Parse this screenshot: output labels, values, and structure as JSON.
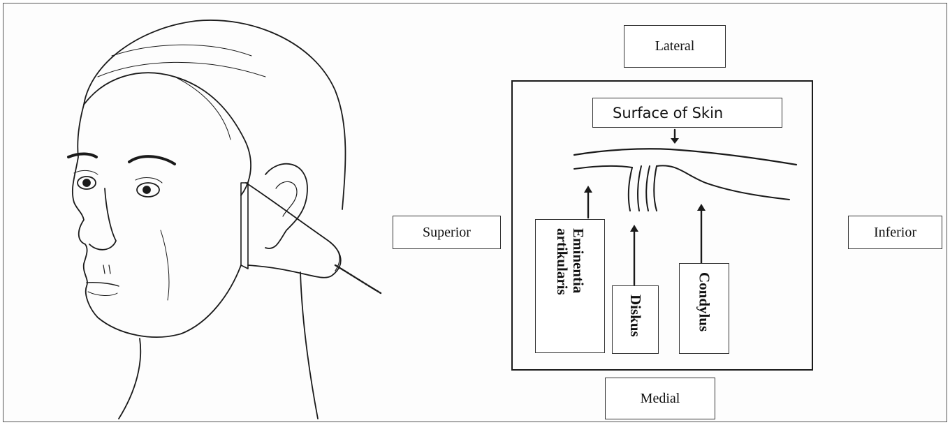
{
  "labels": {
    "lateral": "Lateral",
    "medial": "Medial",
    "superior": "Superior",
    "inferior": "Inferior",
    "surface_of_skin": "Surface of Skin",
    "eminentia": "Eminentia artikularis",
    "diskus": "Diskus",
    "condylus": "Condylus"
  },
  "illustration": {
    "subject": "head-profile-with-ultrasound-probe",
    "probe_placement": "preauricular over temporomandibular joint"
  },
  "colors": {
    "line": "#1a1a1a",
    "box_border": "#333333",
    "background": "#fdfdfd"
  }
}
